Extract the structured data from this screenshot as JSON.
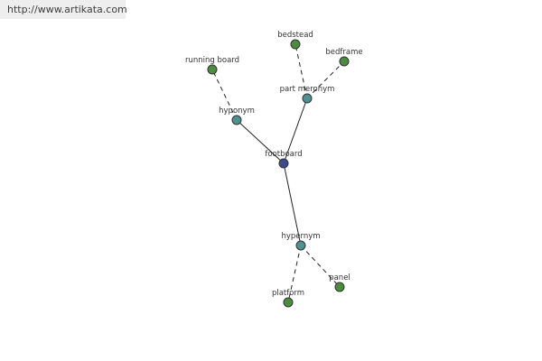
{
  "watermark": "http://www.artikata.com",
  "graph": {
    "colors": {
      "center": "#3d4b8a",
      "relation": "#4e9191",
      "leaf": "#4c8c3f",
      "node_stroke": "#333333",
      "edge": "#222222"
    },
    "nodes": {
      "footboard": {
        "label": "footboard",
        "kind": "center"
      },
      "part_meronym": {
        "label": "part meronym",
        "kind": "relation"
      },
      "hyponym": {
        "label": "hyponym",
        "kind": "relation"
      },
      "hypernym": {
        "label": "hypernym",
        "kind": "relation"
      },
      "bedstead": {
        "label": "bedstead",
        "kind": "leaf"
      },
      "bedframe": {
        "label": "bedframe",
        "kind": "leaf"
      },
      "running_board": {
        "label": "running board",
        "kind": "leaf"
      },
      "platform": {
        "label": "platform",
        "kind": "leaf"
      },
      "panel": {
        "label": "panel",
        "kind": "leaf"
      }
    },
    "edges": [
      {
        "from": "footboard",
        "to": "part_meronym",
        "style": "solid"
      },
      {
        "from": "footboard",
        "to": "hyponym",
        "style": "solid"
      },
      {
        "from": "footboard",
        "to": "hypernym",
        "style": "solid"
      },
      {
        "from": "part_meronym",
        "to": "bedstead",
        "style": "dashed"
      },
      {
        "from": "part_meronym",
        "to": "bedframe",
        "style": "dashed"
      },
      {
        "from": "hyponym",
        "to": "running_board",
        "style": "dashed"
      },
      {
        "from": "hypernym",
        "to": "platform",
        "style": "dashed"
      },
      {
        "from": "hypernym",
        "to": "panel",
        "style": "dashed"
      }
    ]
  }
}
